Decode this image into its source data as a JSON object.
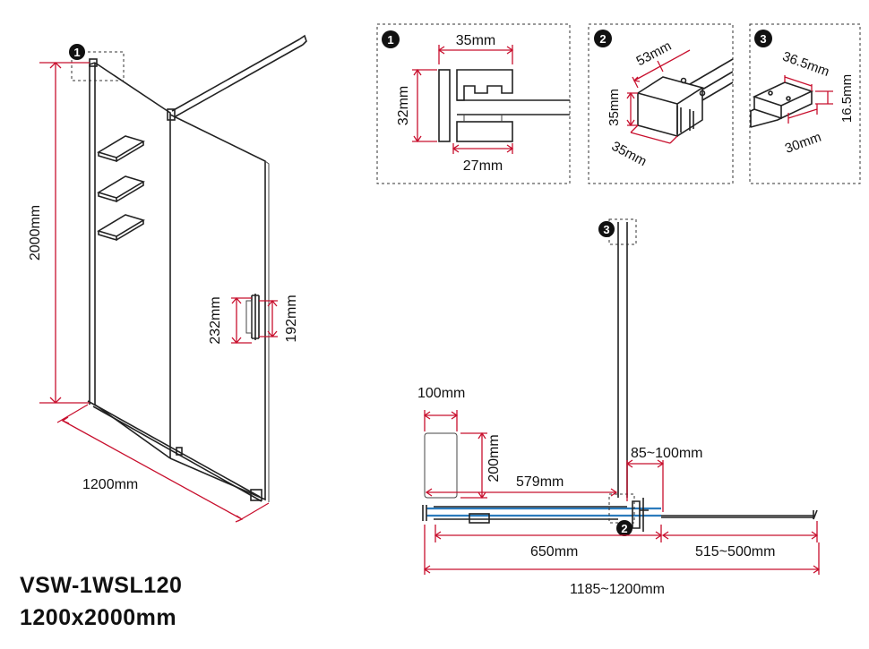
{
  "product": {
    "model": "VSW-1WSL120",
    "size": "1200x2000mm"
  },
  "badges": {
    "one": "1",
    "two": "2",
    "three": "3"
  },
  "perspective": {
    "height": "2000mm",
    "width": "1200mm",
    "handle_outer": "232mm",
    "handle_inner": "192mm"
  },
  "detail1": {
    "top": "35mm",
    "left": "32mm",
    "bottom": "27mm"
  },
  "detail2": {
    "top": "53mm",
    "left": "35mm",
    "bottom": "35mm"
  },
  "detail3": {
    "top": "36.5mm",
    "right": "16.5mm",
    "bottom": "30mm"
  },
  "plan": {
    "shelf_width": "100mm",
    "shelf_depth": "200mm",
    "door_offset": "579mm",
    "bar_range": "85~100mm",
    "fixed_width": "650mm",
    "opening": "515~500mm",
    "total": "1185~1200mm"
  },
  "colors": {
    "dimension": "#c8102e",
    "line": "#222222",
    "glass_plan": "#2b7bbd"
  }
}
